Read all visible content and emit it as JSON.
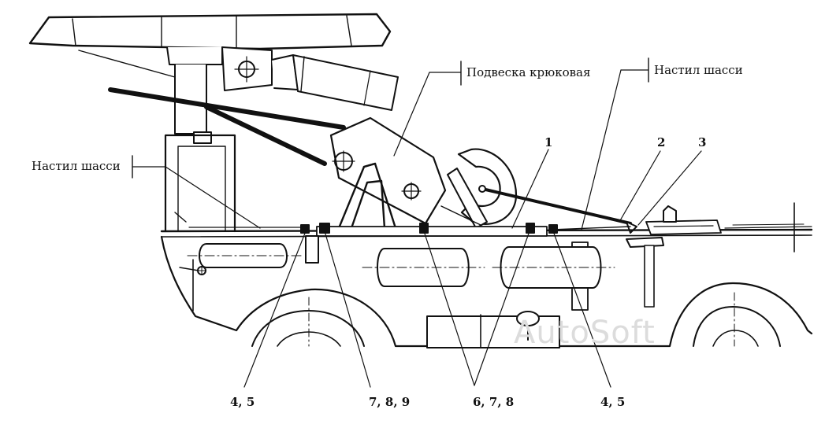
{
  "labels": {
    "hook_suspension": "Подвеска крюковая",
    "chassis_deck_right": "Настил шасси",
    "chassis_deck_left": "Настил шасси"
  },
  "callouts": {
    "c1": "1",
    "c2": "2",
    "c3": "3",
    "c45_left": "4, 5",
    "c789": "7, 8, 9",
    "c678": "6, 7, 8",
    "c45_right": "4, 5"
  },
  "watermark": "AutoSoft",
  "colors": {
    "line": "#111111",
    "fill": "#ffffff",
    "watermark": "#dcdcdc"
  }
}
